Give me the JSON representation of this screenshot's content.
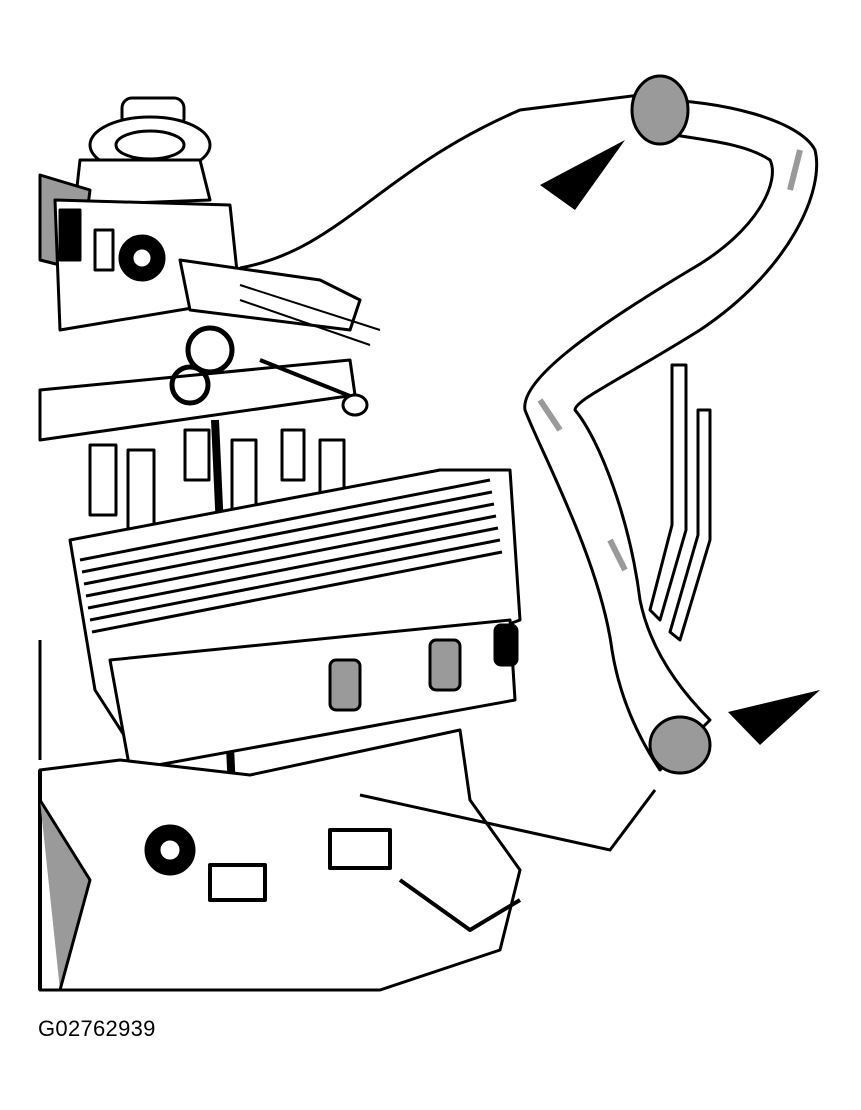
{
  "figure": {
    "id_label": "G02762939",
    "subject": "engine-with-heater-hose-callout",
    "callout_arrow_count": 2
  },
  "colors": {
    "ink": "#000000",
    "paper": "#ffffff",
    "shade": "#9a9a9a"
  },
  "icons": {
    "arrow": "callout-arrow-icon",
    "hose": "heater-hose-icon"
  }
}
